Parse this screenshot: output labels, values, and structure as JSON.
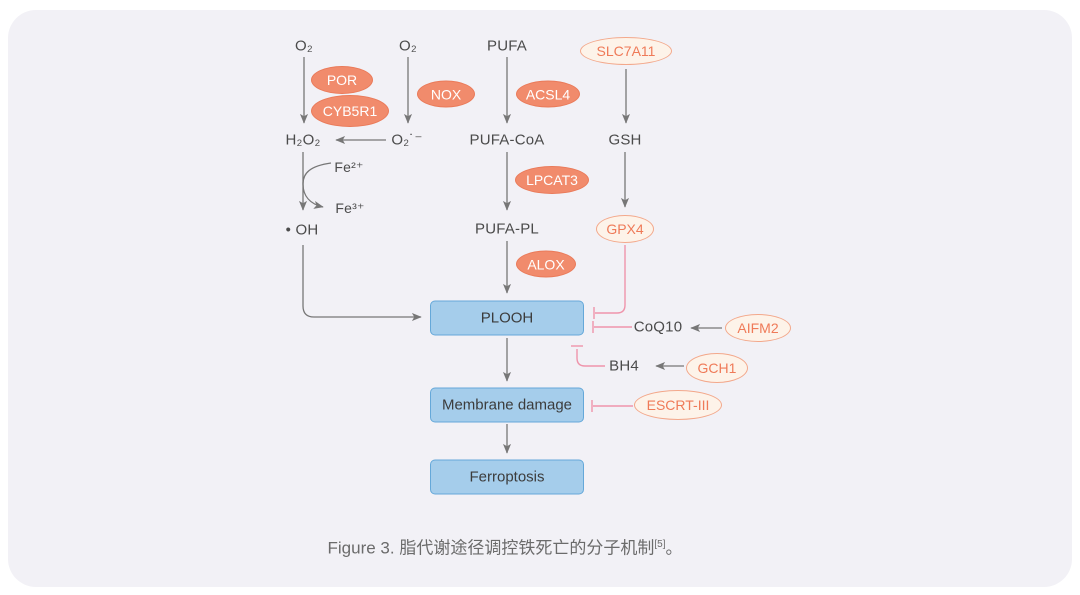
{
  "figure": {
    "caption": {
      "label": "Figure 3.",
      "text": " 脂代谢途径调控铁死亡的分子机制",
      "ref": "[5]",
      "suffix": "。"
    }
  },
  "colors": {
    "card_background": "#f2f1f6",
    "enzyme_fill": "#f18b6c",
    "enzyme_outline_fill": "#fdf3e9",
    "enzyme_outline_border": "#f3a88b",
    "enzyme_outline_text": "#ef7a58",
    "outcome_box_fill": "#a5cdeb",
    "outcome_box_border": "#65a8d9",
    "arrow_gray": "#777777",
    "inhibit_pink": "#ef94ab",
    "label_text": "#4b4b4b"
  },
  "diagram": {
    "metabolites": {
      "o2_left": "O₂",
      "o2_mid": "O₂",
      "pufa": "PUFA",
      "h2o2": "H₂O₂",
      "superoxide": "O₂˙⁻",
      "pufa_coa": "PUFA-CoA",
      "gsh": "GSH",
      "fe2": "Fe²⁺",
      "fe3": "Fe³⁺",
      "hydroxyl": "• OH",
      "pufa_pl": "PUFA-PL",
      "coq10": "CoQ10",
      "bh4": "BH4"
    },
    "enzymes_filled": {
      "por": "POR",
      "cyb5r1": "CYB5R1",
      "nox": "NOX",
      "acsl4": "ACSL4",
      "lpcat3": "LPCAT3",
      "alox": "ALOX"
    },
    "enzymes_outline": {
      "slc7a11": "SLC7A11",
      "gpx4": "GPX4",
      "aifm2": "AIFM2",
      "gch1": "GCH1",
      "escrt3": "ESCRT-III"
    },
    "outcomes": {
      "plooh": "PLOOH",
      "membrane": "Membrane damage",
      "ferroptosis": "Ferroptosis"
    },
    "edges": [
      {
        "from": "O₂",
        "to": "H₂O₂",
        "via": "POR, CYB5R1",
        "type": "arrow"
      },
      {
        "from": "O₂",
        "to": "O₂˙⁻",
        "via": "NOX",
        "type": "arrow"
      },
      {
        "from": "O₂˙⁻",
        "to": "H₂O₂",
        "type": "arrow"
      },
      {
        "from": "PUFA",
        "to": "PUFA-CoA",
        "via": "ACSL4",
        "type": "arrow"
      },
      {
        "from": "SLC7A11",
        "to": "GSH",
        "type": "arrow"
      },
      {
        "from": "H₂O₂",
        "to": "• OH",
        "via": "Fe²⁺ → Fe³⁺",
        "type": "arrow"
      },
      {
        "from": "PUFA-CoA",
        "to": "PUFA-PL",
        "via": "LPCAT3",
        "type": "arrow"
      },
      {
        "from": "GSH",
        "to": "GPX4",
        "type": "arrow"
      },
      {
        "from": "PUFA-PL",
        "to": "PLOOH",
        "via": "ALOX",
        "type": "arrow"
      },
      {
        "from": "• OH",
        "to": "PLOOH",
        "type": "arrow"
      },
      {
        "from": "GPX4",
        "to": "PLOOH",
        "type": "inhibit"
      },
      {
        "from": "CoQ10",
        "to": "PLOOH",
        "type": "inhibit"
      },
      {
        "from": "AIFM2",
        "to": "CoQ10",
        "type": "arrow"
      },
      {
        "from": "BH4",
        "to": "PLOOH",
        "type": "inhibit"
      },
      {
        "from": "GCH1",
        "to": "BH4",
        "type": "arrow"
      },
      {
        "from": "PLOOH",
        "to": "Membrane damage",
        "type": "arrow"
      },
      {
        "from": "ESCRT-III",
        "to": "Membrane damage",
        "type": "inhibit"
      },
      {
        "from": "Membrane damage",
        "to": "Ferroptosis",
        "type": "arrow"
      }
    ]
  }
}
